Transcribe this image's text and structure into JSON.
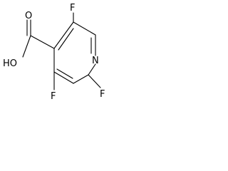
{
  "molecule": {
    "atoms": {
      "f_top": "F",
      "n_ring": "N",
      "f_right": "F",
      "f_bottom": "F",
      "oh": "HO",
      "o_carbonyl": "O"
    }
  }
}
